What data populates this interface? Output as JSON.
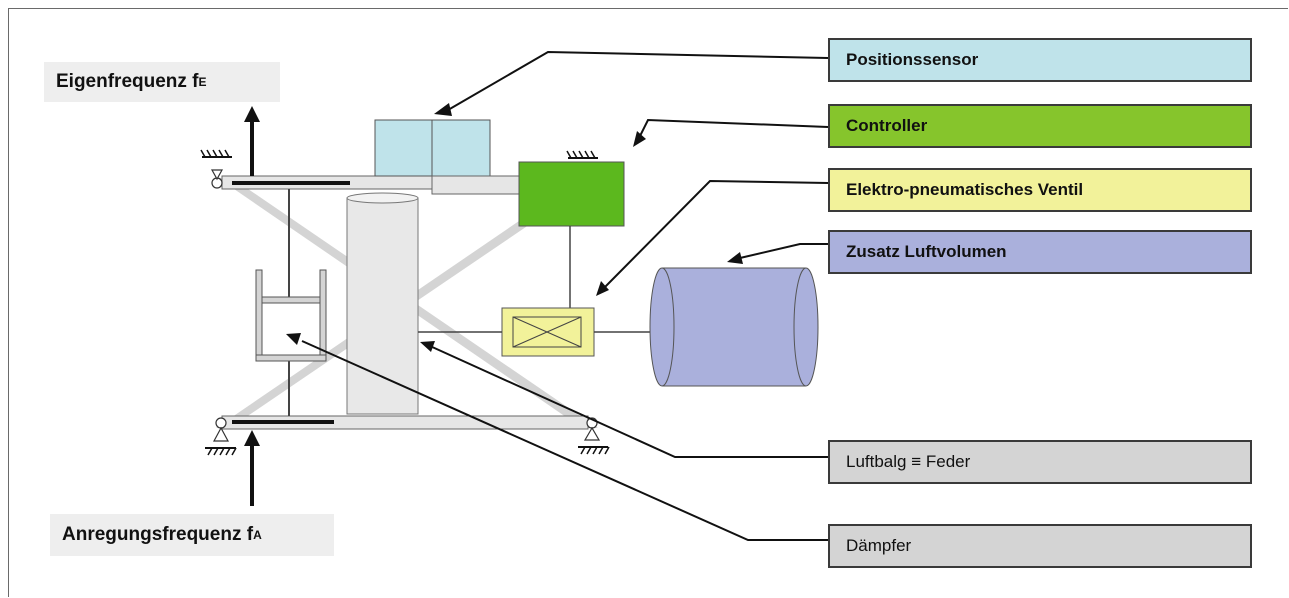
{
  "labels": {
    "positionssensor": "Positionssensor",
    "controller": "Controller",
    "ventil": "Elektro-pneumatisches Ventil",
    "zusatz": "Zusatz Luftvolumen",
    "luftbalg": "Luftbalg ≡ Feder",
    "daempfer": "Dämpfer"
  },
  "frequencies": {
    "eigen": {
      "text": "Eigenfrequenz f",
      "sub": "E"
    },
    "anregung": {
      "text": "Anregungsfrequenz f",
      "sub": "A"
    }
  },
  "colors": {
    "sensor": "#bfe3ea",
    "controller": "#86c52c",
    "ventil": "#f2f29a",
    "zusatz": "#aab0dc",
    "gray": "#d4d4d4",
    "plate": "#e6e6e6",
    "line": "#111111"
  }
}
